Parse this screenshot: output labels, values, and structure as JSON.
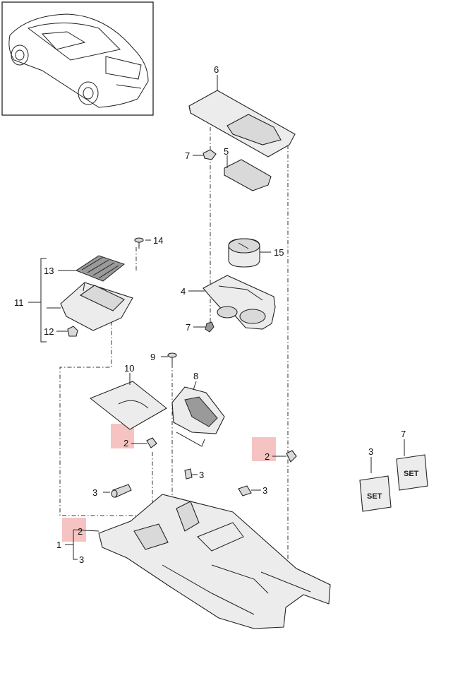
{
  "labels": {
    "l1": "1",
    "l2a": "2",
    "l2b": "2",
    "l2c": "2",
    "l3a": "3",
    "l3b": "3",
    "l3c": "3",
    "l3d": "3",
    "l3e": "3",
    "l4": "4",
    "l5": "5",
    "l6": "6",
    "l7a": "7",
    "l7b": "7",
    "l7c": "7",
    "l8": "8",
    "l9": "9",
    "l10": "10",
    "l11": "11",
    "l12": "12",
    "l13": "13",
    "l14": "14",
    "l15": "15"
  },
  "buttons": {
    "set_left": "SET",
    "set_right": "SET"
  },
  "colors": {
    "highlight": "#f4b8b8",
    "line": "#222222"
  }
}
